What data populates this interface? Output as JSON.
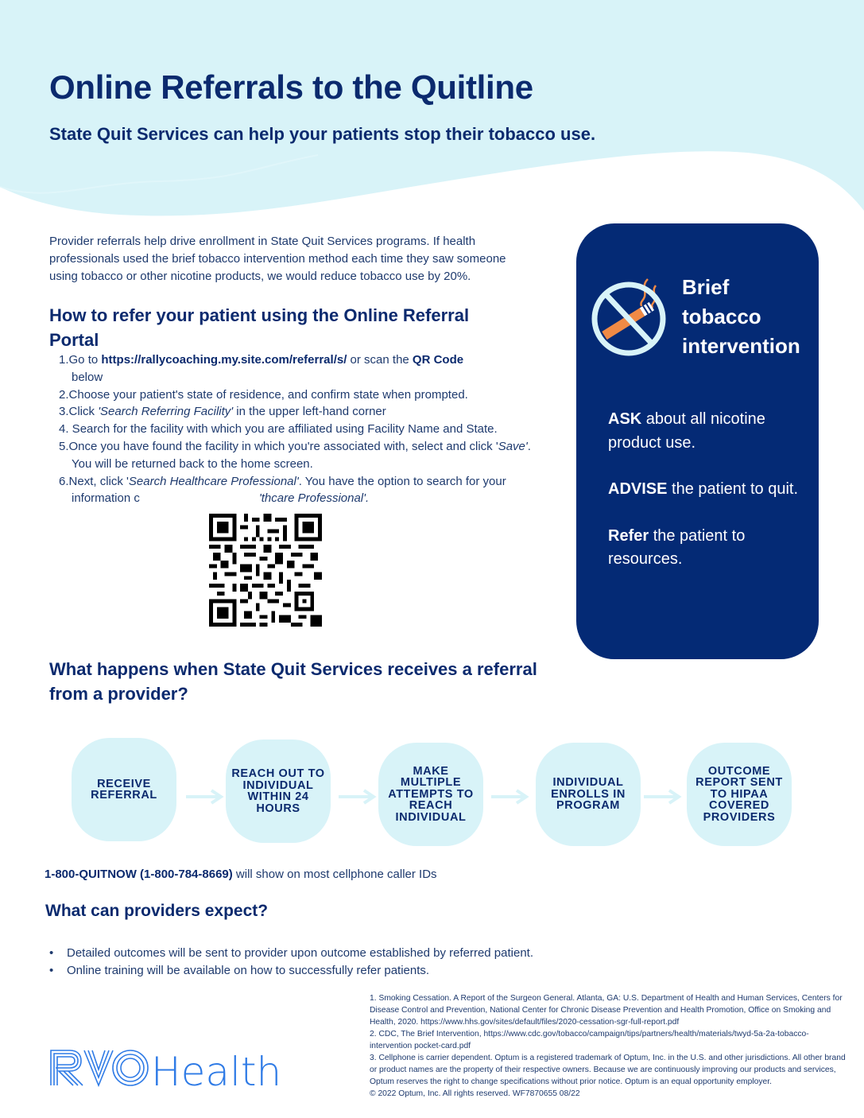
{
  "header": {
    "title": "Online Referrals to the Quitline",
    "subtitle": "State Quit Services can help your patients stop their tobacco use."
  },
  "intro": {
    "text": "Provider referrals help drive enrollment in State Quit Services programs. If health professionals used the brief tobacco intervention method each time they saw someone using tobacco or other nicotine products, we would reduce tobacco use by 20%."
  },
  "how_to": {
    "heading": "How to refer your patient using the Online Referral Portal",
    "steps": [
      {
        "num": "1.",
        "pre": "Go to ",
        "link": "https://rallycoaching.my.site.com/referral/s/",
        "mid": " or scan the ",
        "bold2": "QR Code",
        "post": " below"
      },
      {
        "num": "2.",
        "text": "Choose your patient's state of residence, and confirm state when prompted."
      },
      {
        "num": "3.",
        "pre": "Click ",
        "italic": "'Search Referring Facility'",
        "post": " in the upper left-hand corner"
      },
      {
        "num": "4.",
        "text": " Search for the facility with which you are affiliated using Facility Name and State."
      },
      {
        "num": "5.",
        "pre": "Once you have found the facility in which you're associated with, select and click '",
        "italic": "Save'",
        "post": ".  You will be returned back to the home screen."
      },
      {
        "num": "6.",
        "pre": "Next, click '",
        "italic": "Search Healthcare Professional'",
        "mid": ". You have the option to search for your information c",
        "post2": "'thcare Professional'."
      }
    ],
    "qr_label": "QR Code"
  },
  "card": {
    "title_lines": [
      "Brief",
      "tobacco",
      "intervention"
    ],
    "icon": "no-smoking-icon",
    "items": [
      {
        "bold": "ASK",
        "text": " about all nicotine product use."
      },
      {
        "bold": "ADVISE",
        "text": " the patient to quit."
      },
      {
        "bold": "Refer",
        "text": " the patient to resources."
      }
    ],
    "colors": {
      "background": "#042a75",
      "icon_ring": "#d8f3f8",
      "cigarette": "#f08a45"
    }
  },
  "process": {
    "heading": "What happens when State Quit Services receives a referral from a provider?",
    "steps": [
      "RECEIVE REFERRAL",
      "REACH OUT TO INDIVIDUAL WITHIN 24 HOURS",
      "MAKE MULTIPLE ATTEMPTS TO REACH INDIVIDUAL",
      "INDIVIDUAL ENROLLS IN PROGRAM",
      "OUTCOME REPORT SENT TO HIPAA COVERED PROVIDERS"
    ]
  },
  "phone": {
    "bold": "1-800-QUITNOW (1-800-784-8669)",
    "text": " will show on most cellphone caller IDs"
  },
  "expect": {
    "heading": "What can providers expect?",
    "bullets": [
      "Detailed outcomes will be sent to provider upon outcome established by referred patient.",
      "Online training will be available on how to successfully refer patients."
    ]
  },
  "references": [
    "1. Smoking Cessation. A Report of the Surgeon General. Atlanta, GA: U.S. Department of Health and Human Services, Centers for Disease Control and Prevention, National Center for Chronic Disease Prevention and Health Promotion, Office on Smoking and Health, 2020. https://www.hhs.gov/sites/default/files/2020-cessation-sgr-full-report.pdf",
    "2. CDC, The Brief Intervention, https://www.cdc.gov/tobacco/campaign/tips/partners/health/materials/twyd-5a-2a-tobacco-intervention pocket-card.pdf",
    "3. Cellphone is carrier dependent. Optum is a registered trademark of Optum, Inc. in the U.S. and other jurisdictions. All other brand or product names are the property of their respective owners. Because we are continuously improving our products and services, Optum reserves the right to change specifications without prior notice. Optum is an equal opportunity employer.",
    "© 2022 Optum, Inc. All rights reserved. WF7870655 08/22"
  ],
  "logo": {
    "part1": "RVO",
    "part2": "Health",
    "color": "#2f7be6"
  },
  "colors": {
    "navy": "#0b2a6e",
    "light_blue": "#d8f3f8",
    "body_text": "#1e3a6e"
  }
}
